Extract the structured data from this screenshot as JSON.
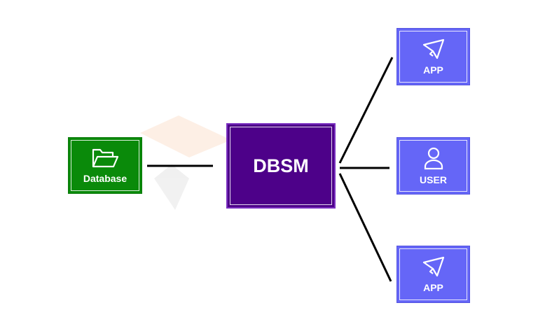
{
  "nodes": {
    "database": {
      "label": "Database",
      "icon": "folder-icon",
      "color": "#0a8a0a"
    },
    "dbsm": {
      "label": "DBSM",
      "color": "#4d0189"
    },
    "app_top": {
      "label": "APP",
      "icon": "paper-plane-icon",
      "color": "#6566f7"
    },
    "user": {
      "label": "USER",
      "icon": "user-icon",
      "color": "#6566f7"
    },
    "app_bottom": {
      "label": "APP",
      "icon": "paper-plane-icon",
      "color": "#6566f7"
    }
  }
}
